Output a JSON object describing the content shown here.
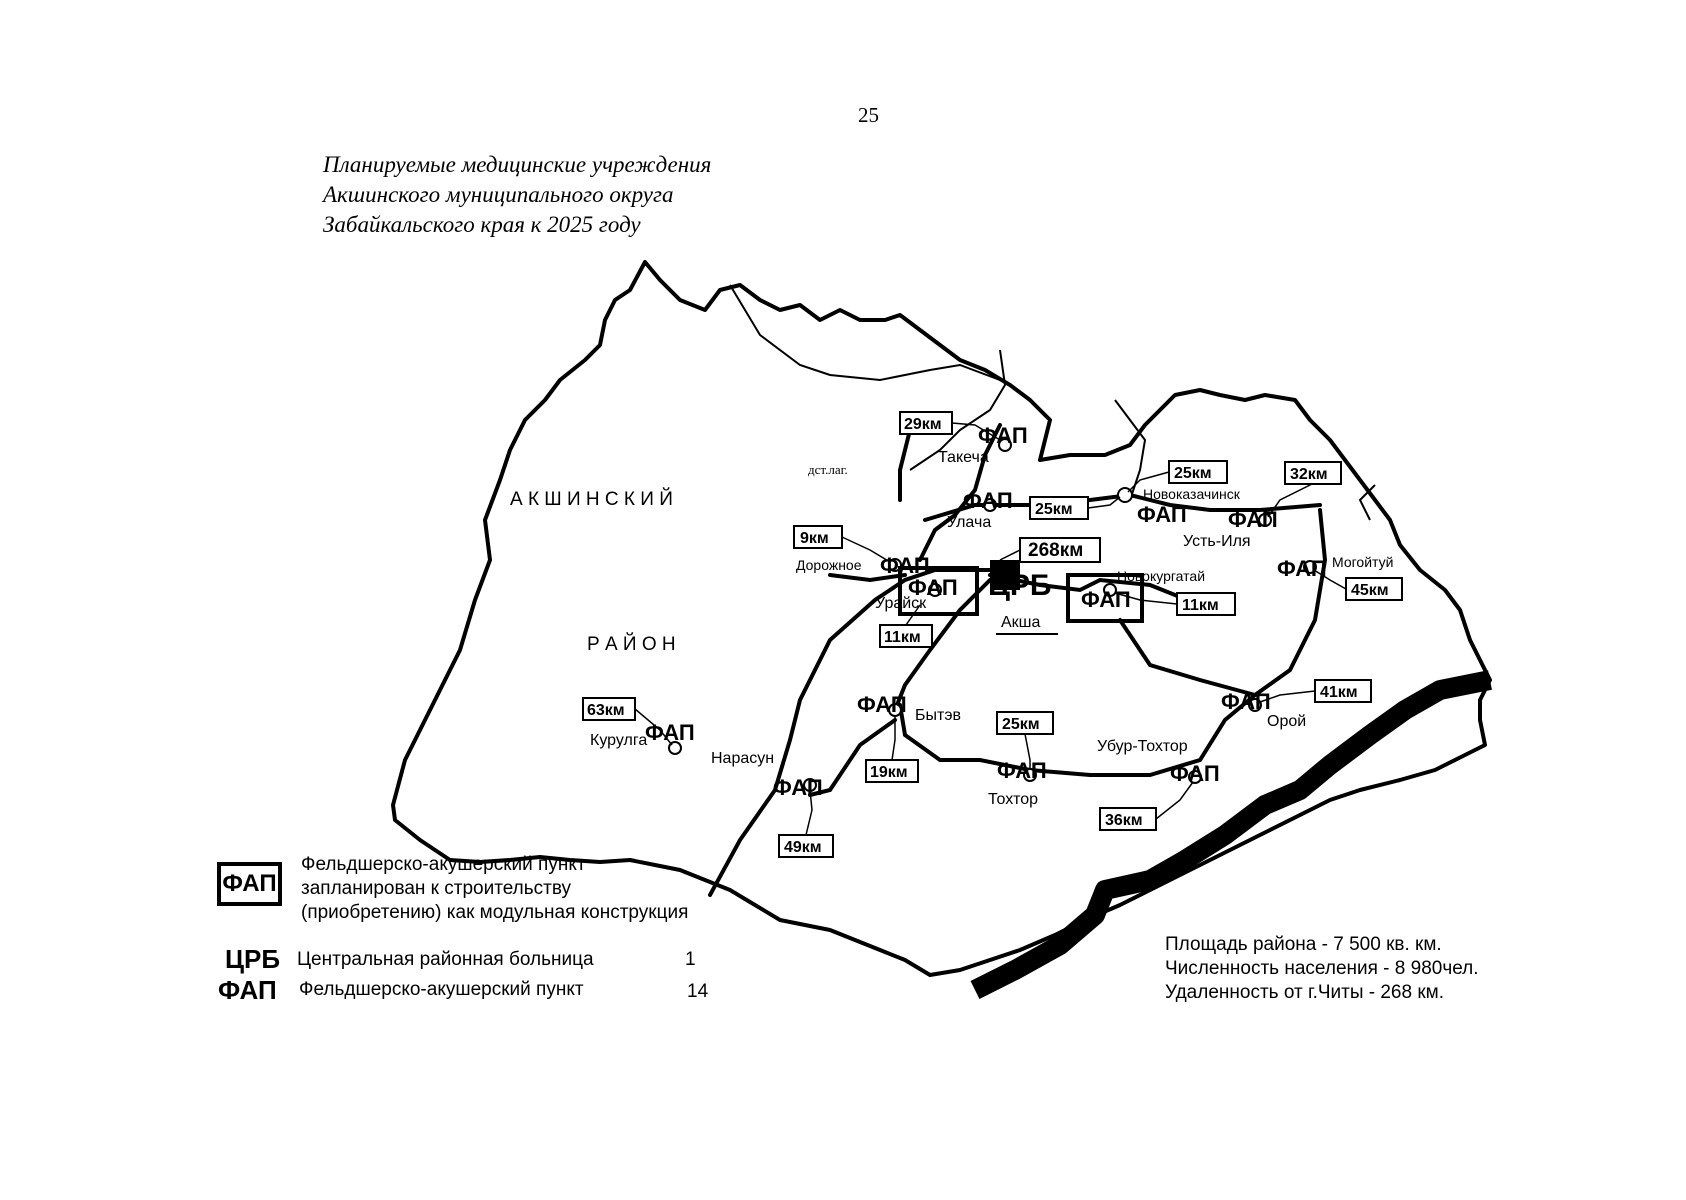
{
  "page_number": "25",
  "title_lines": [
    "Планируемые медицинские учреждения",
    "Акшинского муниципального округа",
    "Забайкальского края к 2025 году"
  ],
  "district_label": {
    "line1": "А К Ш И Н С К И Й",
    "line2": "Р А Й О Н"
  },
  "settlements": {
    "takecha": "Такеча",
    "dst_lag": "дст.лаг.",
    "ulacha": "Улача",
    "novokazachinsk": "Новоказачинск",
    "ust_ilya": "Усть-Иля",
    "mogoytuy": "Могойтуй",
    "dorozhnoe": "Дорожное",
    "uraisk": "Урайск",
    "aksha": "Акша",
    "novokurgatay": "Новокургатай",
    "bytev": "Бытэв",
    "kurulga": "Курулга",
    "narasun": "Нарасун",
    "ubur_tokhtor": "Убур-Тохтор",
    "tokhtor": "Тохтор",
    "oroy": "Орой"
  },
  "distances": {
    "takecha": "29км",
    "ulacha": "25км",
    "novokazachinsk": "25км",
    "ust_ilya": "32км",
    "aksha_chita": "268км",
    "dorozhnoe": "9км",
    "uraisk": "11км",
    "novokurgatay": "11км",
    "mogoytuy": "45км",
    "kurulga": "63км",
    "bytev": "19км",
    "tokhtor": "25км",
    "oroy": "41км",
    "ubur_tokhtor": "36км",
    "narasun": "49км"
  },
  "facility_labels": {
    "fap": "ФАП",
    "crb": "ЦРБ"
  },
  "legend": {
    "box_abbr": "ФАП",
    "box_line1": "Фельдшерско-акушерский пункт",
    "box_line2": "запланирован к строительству",
    "box_line3": "(приобретению) как модульная конструкция",
    "crb_abbr": "ЦРБ",
    "crb_text": "Центральная районная больница",
    "crb_count": "1",
    "fap_abbr": "ФАП",
    "fap_text": "Фельдшерско-акушерский пункт",
    "fap_count": "14"
  },
  "stats": {
    "area": "Площадь района - 7 500 кв. км.",
    "population": "Численность населения - 8 980чел.",
    "distance": "Удаленность от г.Читы - 268 км."
  }
}
